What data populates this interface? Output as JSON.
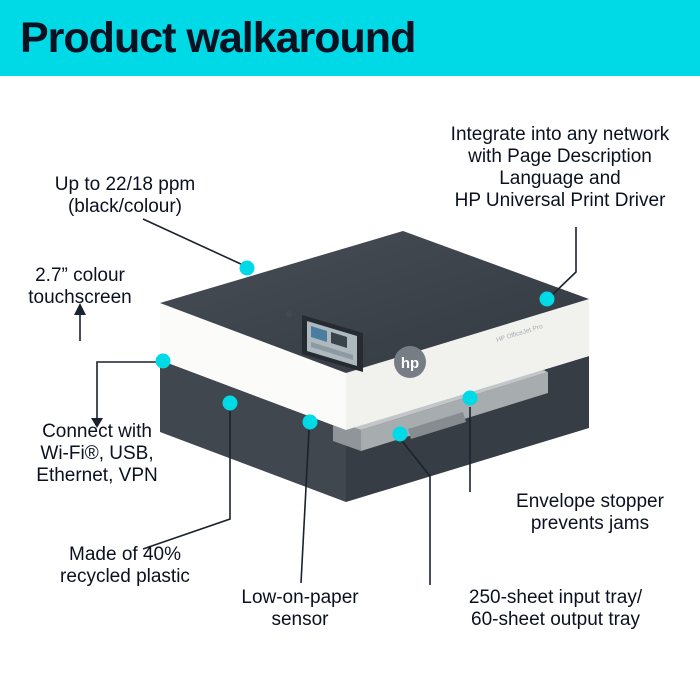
{
  "header": {
    "title": "Product walkaround"
  },
  "colors": {
    "accent": "#00d9e6",
    "ink": "#0b1120",
    "line": "#1a222e"
  },
  "callouts": {
    "ppm": {
      "text": "Up to 22/18 ppm\n(black/colour)"
    },
    "network": {
      "text": "Integrate into any network\nwith Page Description\nLanguage and\nHP Universal Print Driver"
    },
    "touchscreen": {
      "text": "2.7” colour\ntouchscreen"
    },
    "connectivity": {
      "text": "Connect with\nWi-Fi®, USB,\nEthernet, VPN"
    },
    "envelope": {
      "text": "Envelope stopper\nprevents jams"
    },
    "recycled": {
      "text": "Made of 40%\nrecycled plastic"
    },
    "low_paper": {
      "text": "Low-on-paper\nsensor"
    },
    "tray": {
      "text": "250-sheet input tray/\n60-sheet output tray"
    }
  },
  "printer": {
    "logo": "hp",
    "model_label": "HP OfficeJet Pro"
  }
}
